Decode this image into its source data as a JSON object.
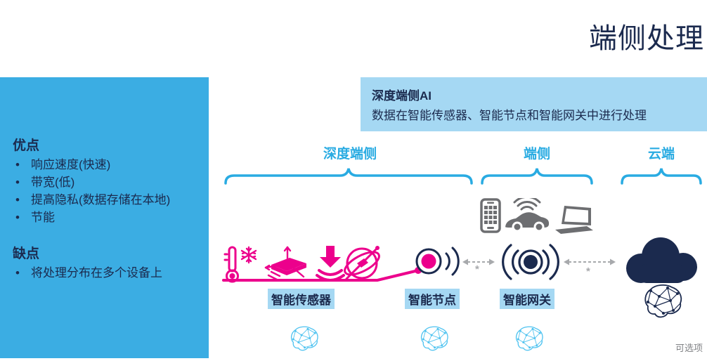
{
  "title": "端侧处理",
  "sidebar": {
    "pros_title": "优点",
    "pros": [
      "响应速度(快速)",
      "带宽(低)",
      "提高隐私(数据存储在本地)",
      "节能"
    ],
    "cons_title": "缺点",
    "cons": [
      "将处理分布在多个设备上"
    ]
  },
  "info_box": {
    "title": "深度端侧AI",
    "subtitle": "数据在智能传感器、智能节点和智能网关中进行处理"
  },
  "brackets": [
    {
      "label": "深度端侧"
    },
    {
      "label": "端侧"
    },
    {
      "label": "云端"
    }
  ],
  "nodes": {
    "sensor_label": "智能传感器",
    "node_label": "智能节点",
    "gateway_label": "智能网关"
  },
  "footnote_marker": "*",
  "optional_note": "可选项",
  "icons": [
    "thermometer-snowflake-icon",
    "accelerometer-icon",
    "pressure-sensor-icon",
    "gyroscope-icon",
    "smartphone-icon",
    "connected-car-icon",
    "laptop-icon",
    "smart-node-icon",
    "smart-gateway-icon",
    "cloud-icon",
    "network-brain-icon"
  ],
  "colors": {
    "navy": "#1b2a4e",
    "sidebar_blue": "#3bade3",
    "light_blue_box": "#a5d8f3",
    "bracket_blue": "#29abe2",
    "magenta": "#ec008c",
    "icon_gray": "#6d6e71",
    "arrow_gray": "#a7a9ac",
    "brain_light_blue": "#4fc3f0"
  }
}
